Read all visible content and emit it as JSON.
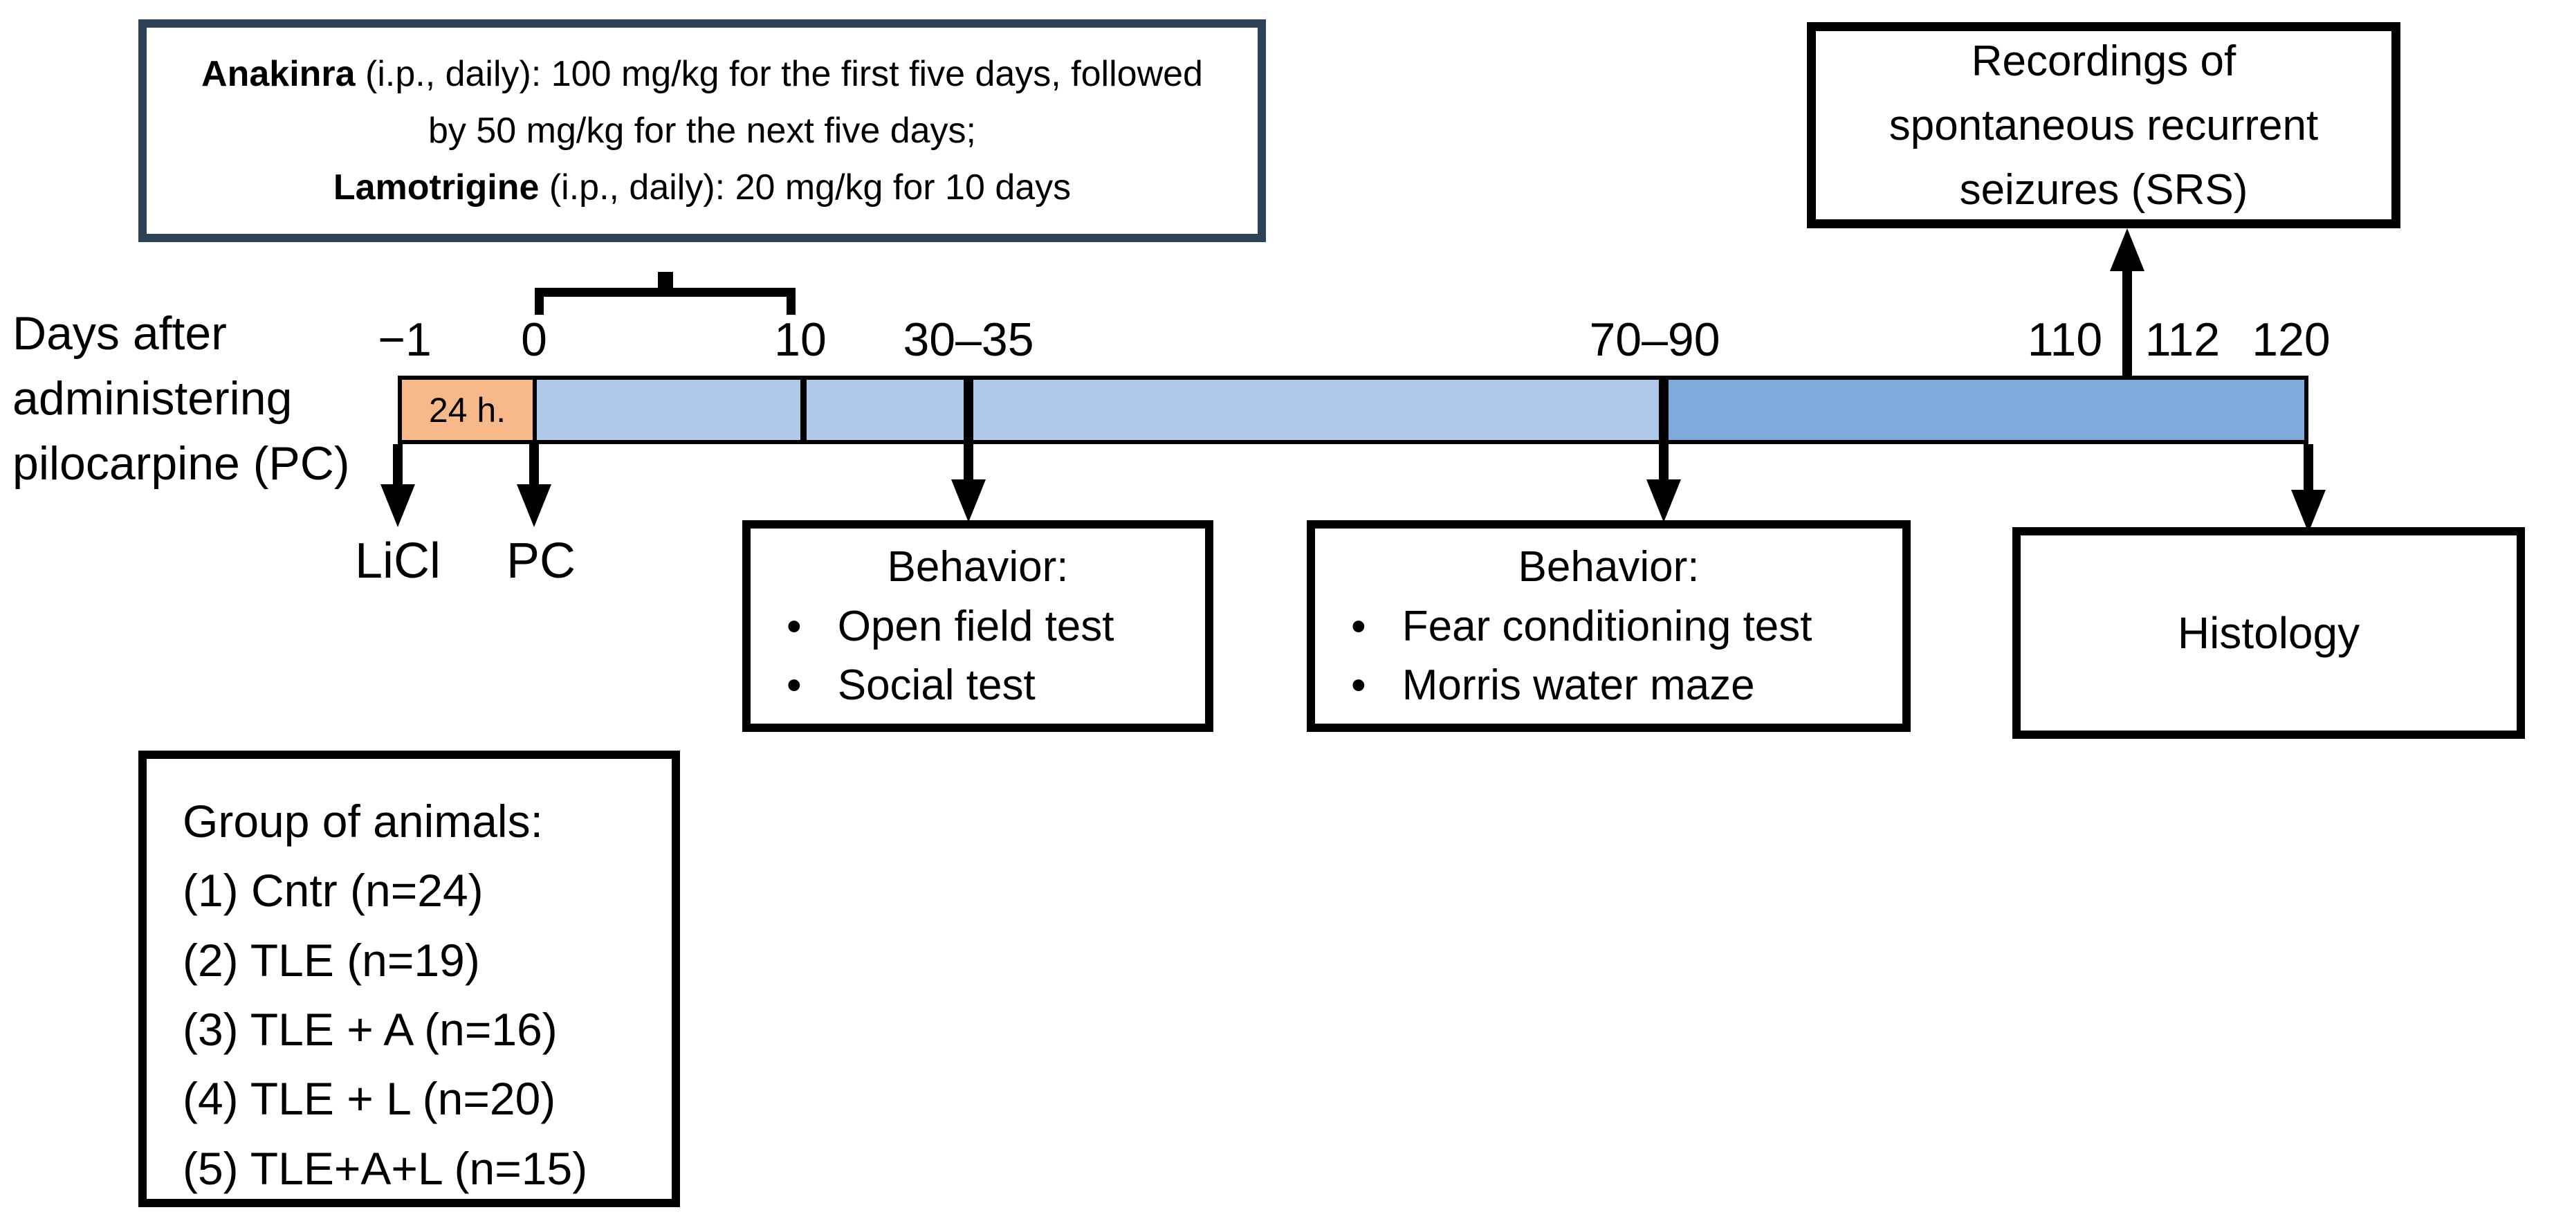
{
  "drug_box": {
    "line1_bold": "Anakinra",
    "line1_rest": " (i.p., daily): 100 mg/kg for the first five days, followed",
    "line2": "by 50 mg/kg for the next five days;",
    "line3_bold": "Lamotrigine",
    "line3_rest": " (i.p., daily): 20 mg/kg for 10 days",
    "border_color": "#2d4257"
  },
  "srs_box": {
    "text": "Recordings of\nspontaneous recurrent\nseizures (SRS)"
  },
  "axis_label": {
    "text": "Days after\nadministering\npilocarpine (PC)"
  },
  "timeline": {
    "ticks": [
      {
        "label": "−1"
      },
      {
        "label": "0"
      },
      {
        "label": "10"
      },
      {
        "label": "30–35"
      },
      {
        "label": "70–90"
      },
      {
        "label": "110"
      },
      {
        "label": "112"
      },
      {
        "label": "120"
      }
    ],
    "segments": [
      {
        "name": "licl-to-pc",
        "label": "24 h.",
        "color": "#f8b98a"
      },
      {
        "name": "early-phase",
        "label": "",
        "color": "#b0c9e8"
      },
      {
        "name": "late-phase",
        "label": "",
        "color": "#81aadc"
      }
    ]
  },
  "events": {
    "licl_label": "LiCl",
    "pc_label": "PC"
  },
  "behavior_box_1": {
    "title": "Behavior:",
    "items": [
      "Open field test",
      "Social test"
    ]
  },
  "behavior_box_2": {
    "title": "Behavior:",
    "items": [
      "Fear conditioning test",
      "Morris water maze"
    ]
  },
  "histology_box": {
    "label": "Histology"
  },
  "group_box": {
    "lines": [
      "Group of animals:",
      "(1) Cntr (n=24)",
      "(2) TLE (n=19)",
      "(3) TLE + A (n=16)",
      "(4) TLE + L (n=20)",
      "(5) TLE+A+L (n=15)"
    ]
  },
  "colors": {
    "navy_border": "#2d4257",
    "orange_segment": "#f8b98a",
    "light_blue_segment": "#b0c9e8",
    "dark_blue_segment": "#81aadc",
    "line_black": "#000000"
  }
}
